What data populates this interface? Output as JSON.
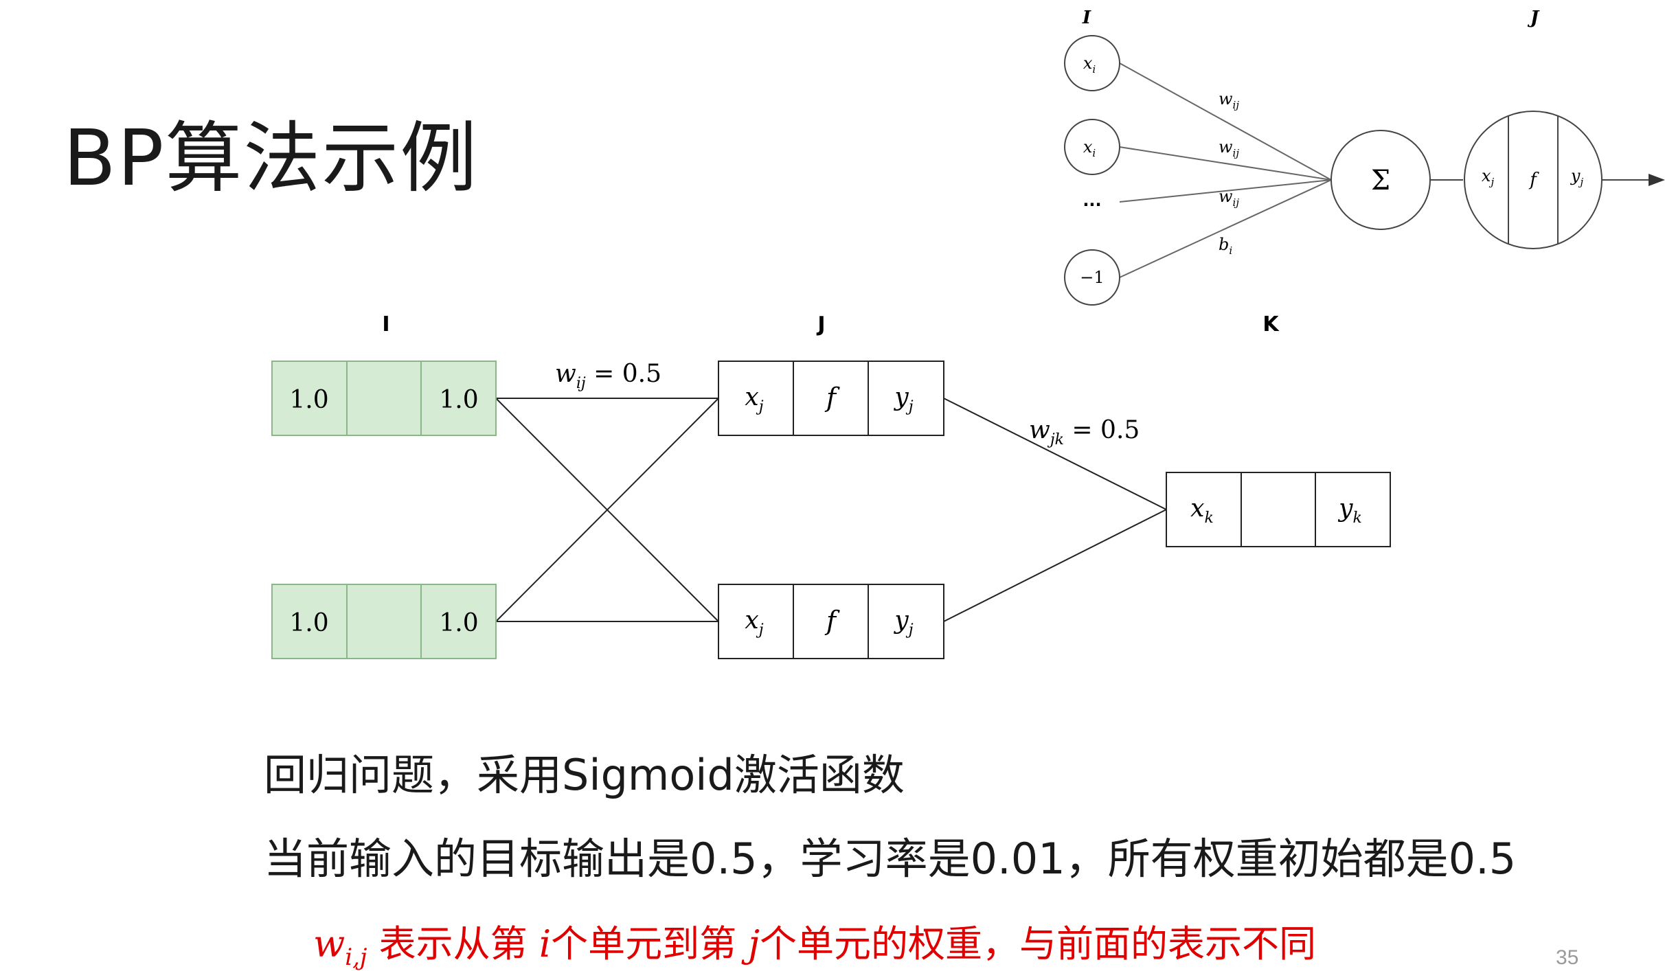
{
  "title": "BP算法示例",
  "top_diagram": {
    "layer_labels": [
      "I",
      "J"
    ],
    "inputs": [
      "x",
      "x",
      "...",
      "−1"
    ],
    "input_subscripts": [
      "i",
      "i",
      "",
      ""
    ],
    "weights": [
      "w",
      "w",
      "w",
      "b"
    ],
    "weight_subscripts": [
      "ij",
      "ij",
      "ij",
      "i"
    ],
    "sum_symbol": "Σ",
    "node_parts": [
      "x",
      "f",
      "y"
    ],
    "node_part_subscripts": [
      "j",
      "",
      "j"
    ]
  },
  "main_diagram": {
    "layer_labels": [
      "I",
      "J",
      "K"
    ],
    "input_nodes": [
      {
        "left": "1.0",
        "right": "1.0"
      },
      {
        "left": "1.0",
        "right": "1.0"
      }
    ],
    "hidden_parts": [
      "x",
      "f",
      "y"
    ],
    "hidden_subscripts": [
      "j",
      "",
      "j"
    ],
    "output_parts": [
      "x",
      "y"
    ],
    "output_subscripts": [
      "k",
      "k"
    ],
    "weight_ij": {
      "symbol": "w",
      "sub": "ij",
      "text": " = 0.5"
    },
    "weight_jk": {
      "symbol": "w",
      "sub": "jk",
      "text": " = 0.5"
    }
  },
  "lines": [
    "回归问题，采用Sigmoid激活函数",
    "当前输入的目标输出是0.5，学习率是0.01，所有权重初始都是0.5"
  ],
  "note": {
    "w": "w",
    "w_sub": "i,j",
    "text1": " 表示从第 ",
    "i": "i",
    "text2": "个单元到第 ",
    "j": "j",
    "text3": "个单元的权重，与前面的表示不同"
  },
  "page_number": "35",
  "colors": {
    "input_fill": "#d5ebd3",
    "input_stroke": "#8ab788",
    "note_red": "#e00000"
  }
}
